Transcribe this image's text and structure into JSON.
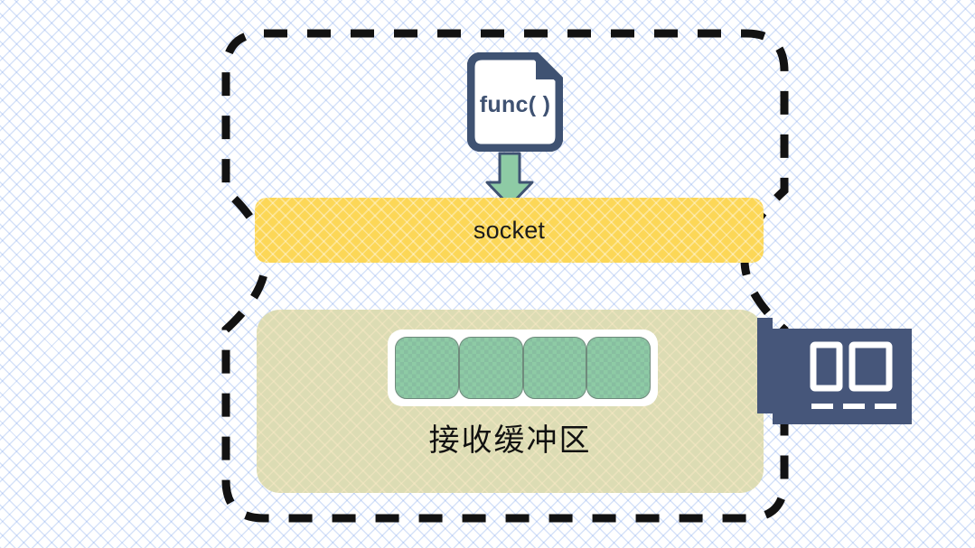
{
  "diagram": {
    "title": "socket receive buffer and network interface card",
    "background_color": "#ffffff",
    "pattern_color": "#78a0eb"
  },
  "boundary": {
    "name": "host-boundary",
    "style": "dashed",
    "stroke_color": "#121212",
    "stroke_width": 9,
    "dash_pattern": "26 22"
  },
  "func_icon": {
    "label": "func( )",
    "icon_name": "document-icon",
    "outline_color": "#3f5272",
    "fill_color": "#ffffff",
    "text_color": "#3f5272"
  },
  "arrow": {
    "icon_name": "down-arrow-icon",
    "direction": "down",
    "fill_color": "#8ecba5",
    "stroke_color": "#3f5272"
  },
  "socket": {
    "label": "socket",
    "fill_color": "#fcd757",
    "text_color": "#1b1b1b"
  },
  "buffer": {
    "caption": "接收缓冲区",
    "fill_color": "#dcdcb4",
    "tray_color": "#ffffff",
    "cell_color": "#8ecba5",
    "cell_border_color": "#6f8a7c",
    "cells": [
      {
        "index": 1,
        "state": "filled"
      },
      {
        "index": 2,
        "state": "filled"
      },
      {
        "index": 3,
        "state": "filled"
      },
      {
        "index": 4,
        "state": "filled"
      }
    ],
    "cell_count": 4
  },
  "nic": {
    "icon_name": "network-interface-card-icon",
    "body_color": "#46567a",
    "port_color": "#ffffff",
    "ports": [
      {
        "index": 1,
        "type": "port"
      },
      {
        "index": 2,
        "type": "port"
      }
    ],
    "contacts": [
      {
        "index": 1
      },
      {
        "index": 2
      },
      {
        "index": 3
      }
    ]
  }
}
